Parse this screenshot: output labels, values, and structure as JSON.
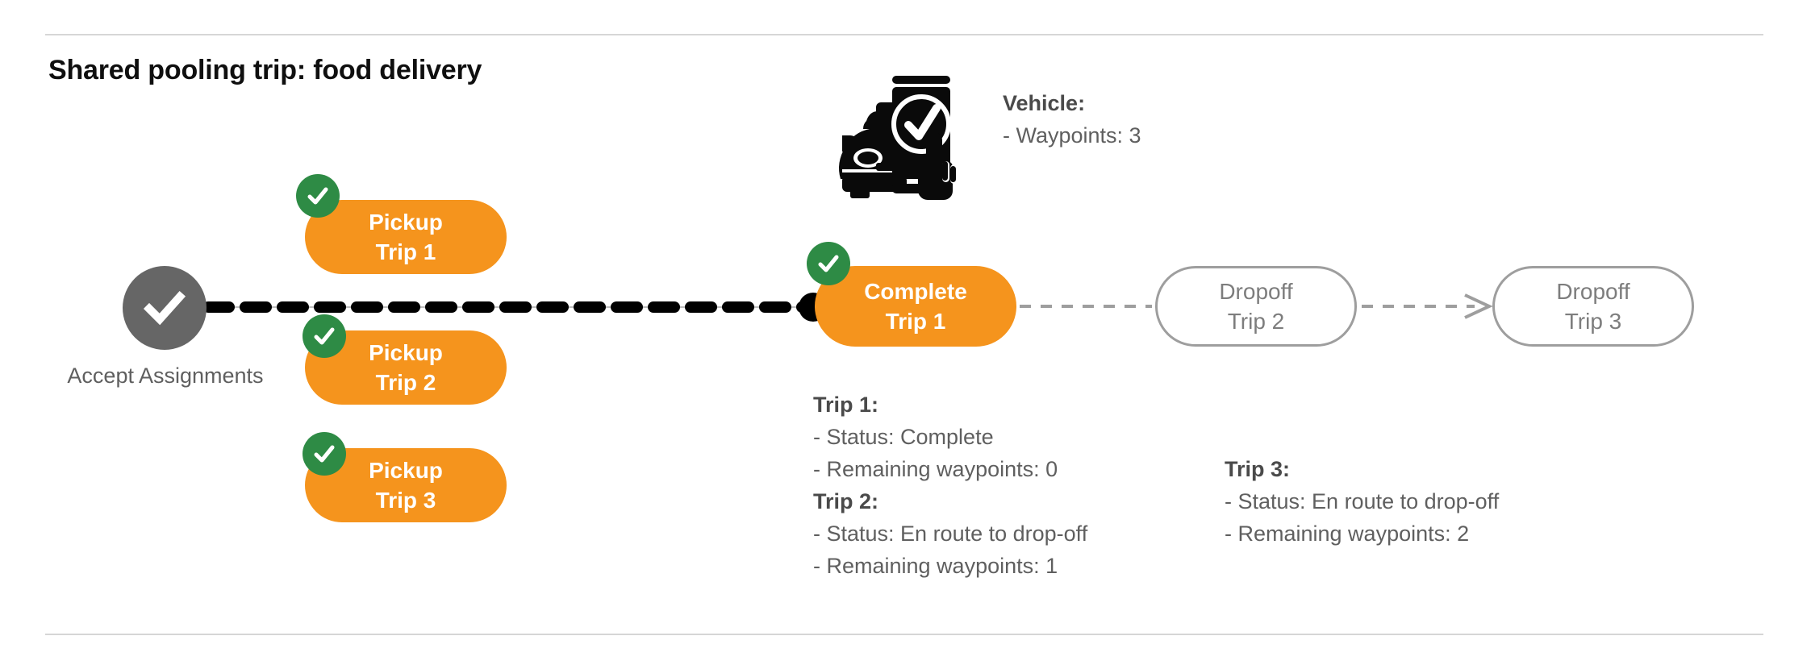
{
  "page": {
    "title": "Shared pooling trip: food delivery"
  },
  "colors": {
    "pill_fill": "#F5941D",
    "badge_green": "#2E8B45",
    "accept_gray": "#666666",
    "outline_gray": "#9e9e9e",
    "text_gray": "#5f5f5f",
    "divider_gray": "#d6d6d6",
    "connector_black": "#000000"
  },
  "accept_node": {
    "icon": "check-circle-icon",
    "label_line1": "Accept",
    "label_line2": "Assignments"
  },
  "vehicle": {
    "icon": "vehicle-phone-check-icon",
    "heading": "Vehicle:",
    "detail": "- Waypoints: 3"
  },
  "nodes": {
    "pickup_1": {
      "line1": "Pickup",
      "line2": "Trip 1",
      "state": "complete",
      "badge": "check-badge-icon"
    },
    "pickup_2": {
      "line1": "Pickup",
      "line2": "Trip 2",
      "state": "complete",
      "badge": "check-badge-icon"
    },
    "pickup_3": {
      "line1": "Pickup",
      "line2": "Trip 3",
      "state": "complete",
      "badge": "check-badge-icon"
    },
    "complete_1": {
      "line1": "Complete",
      "line2": "Trip 1",
      "state": "complete",
      "badge": "check-badge-icon"
    },
    "dropoff_2": {
      "line1": "Dropoff",
      "line2": "Trip 2",
      "state": "pending"
    },
    "dropoff_3": {
      "line1": "Dropoff",
      "line2": "Trip 3",
      "state": "pending"
    }
  },
  "trip_details": {
    "left": {
      "trip1_heading": "Trip 1:",
      "trip1_status": "- Status:  Complete",
      "trip1_waypoints": "- Remaining waypoints: 0",
      "trip2_heading": "Trip 2:",
      "trip2_status": "- Status:  En route to drop-off",
      "trip2_waypoints": "- Remaining waypoints: 1"
    },
    "right": {
      "trip3_heading": "Trip 3:",
      "trip3_status": "- Status:  En route to drop-off",
      "trip3_waypoints": "- Remaining waypoints: 2"
    }
  }
}
